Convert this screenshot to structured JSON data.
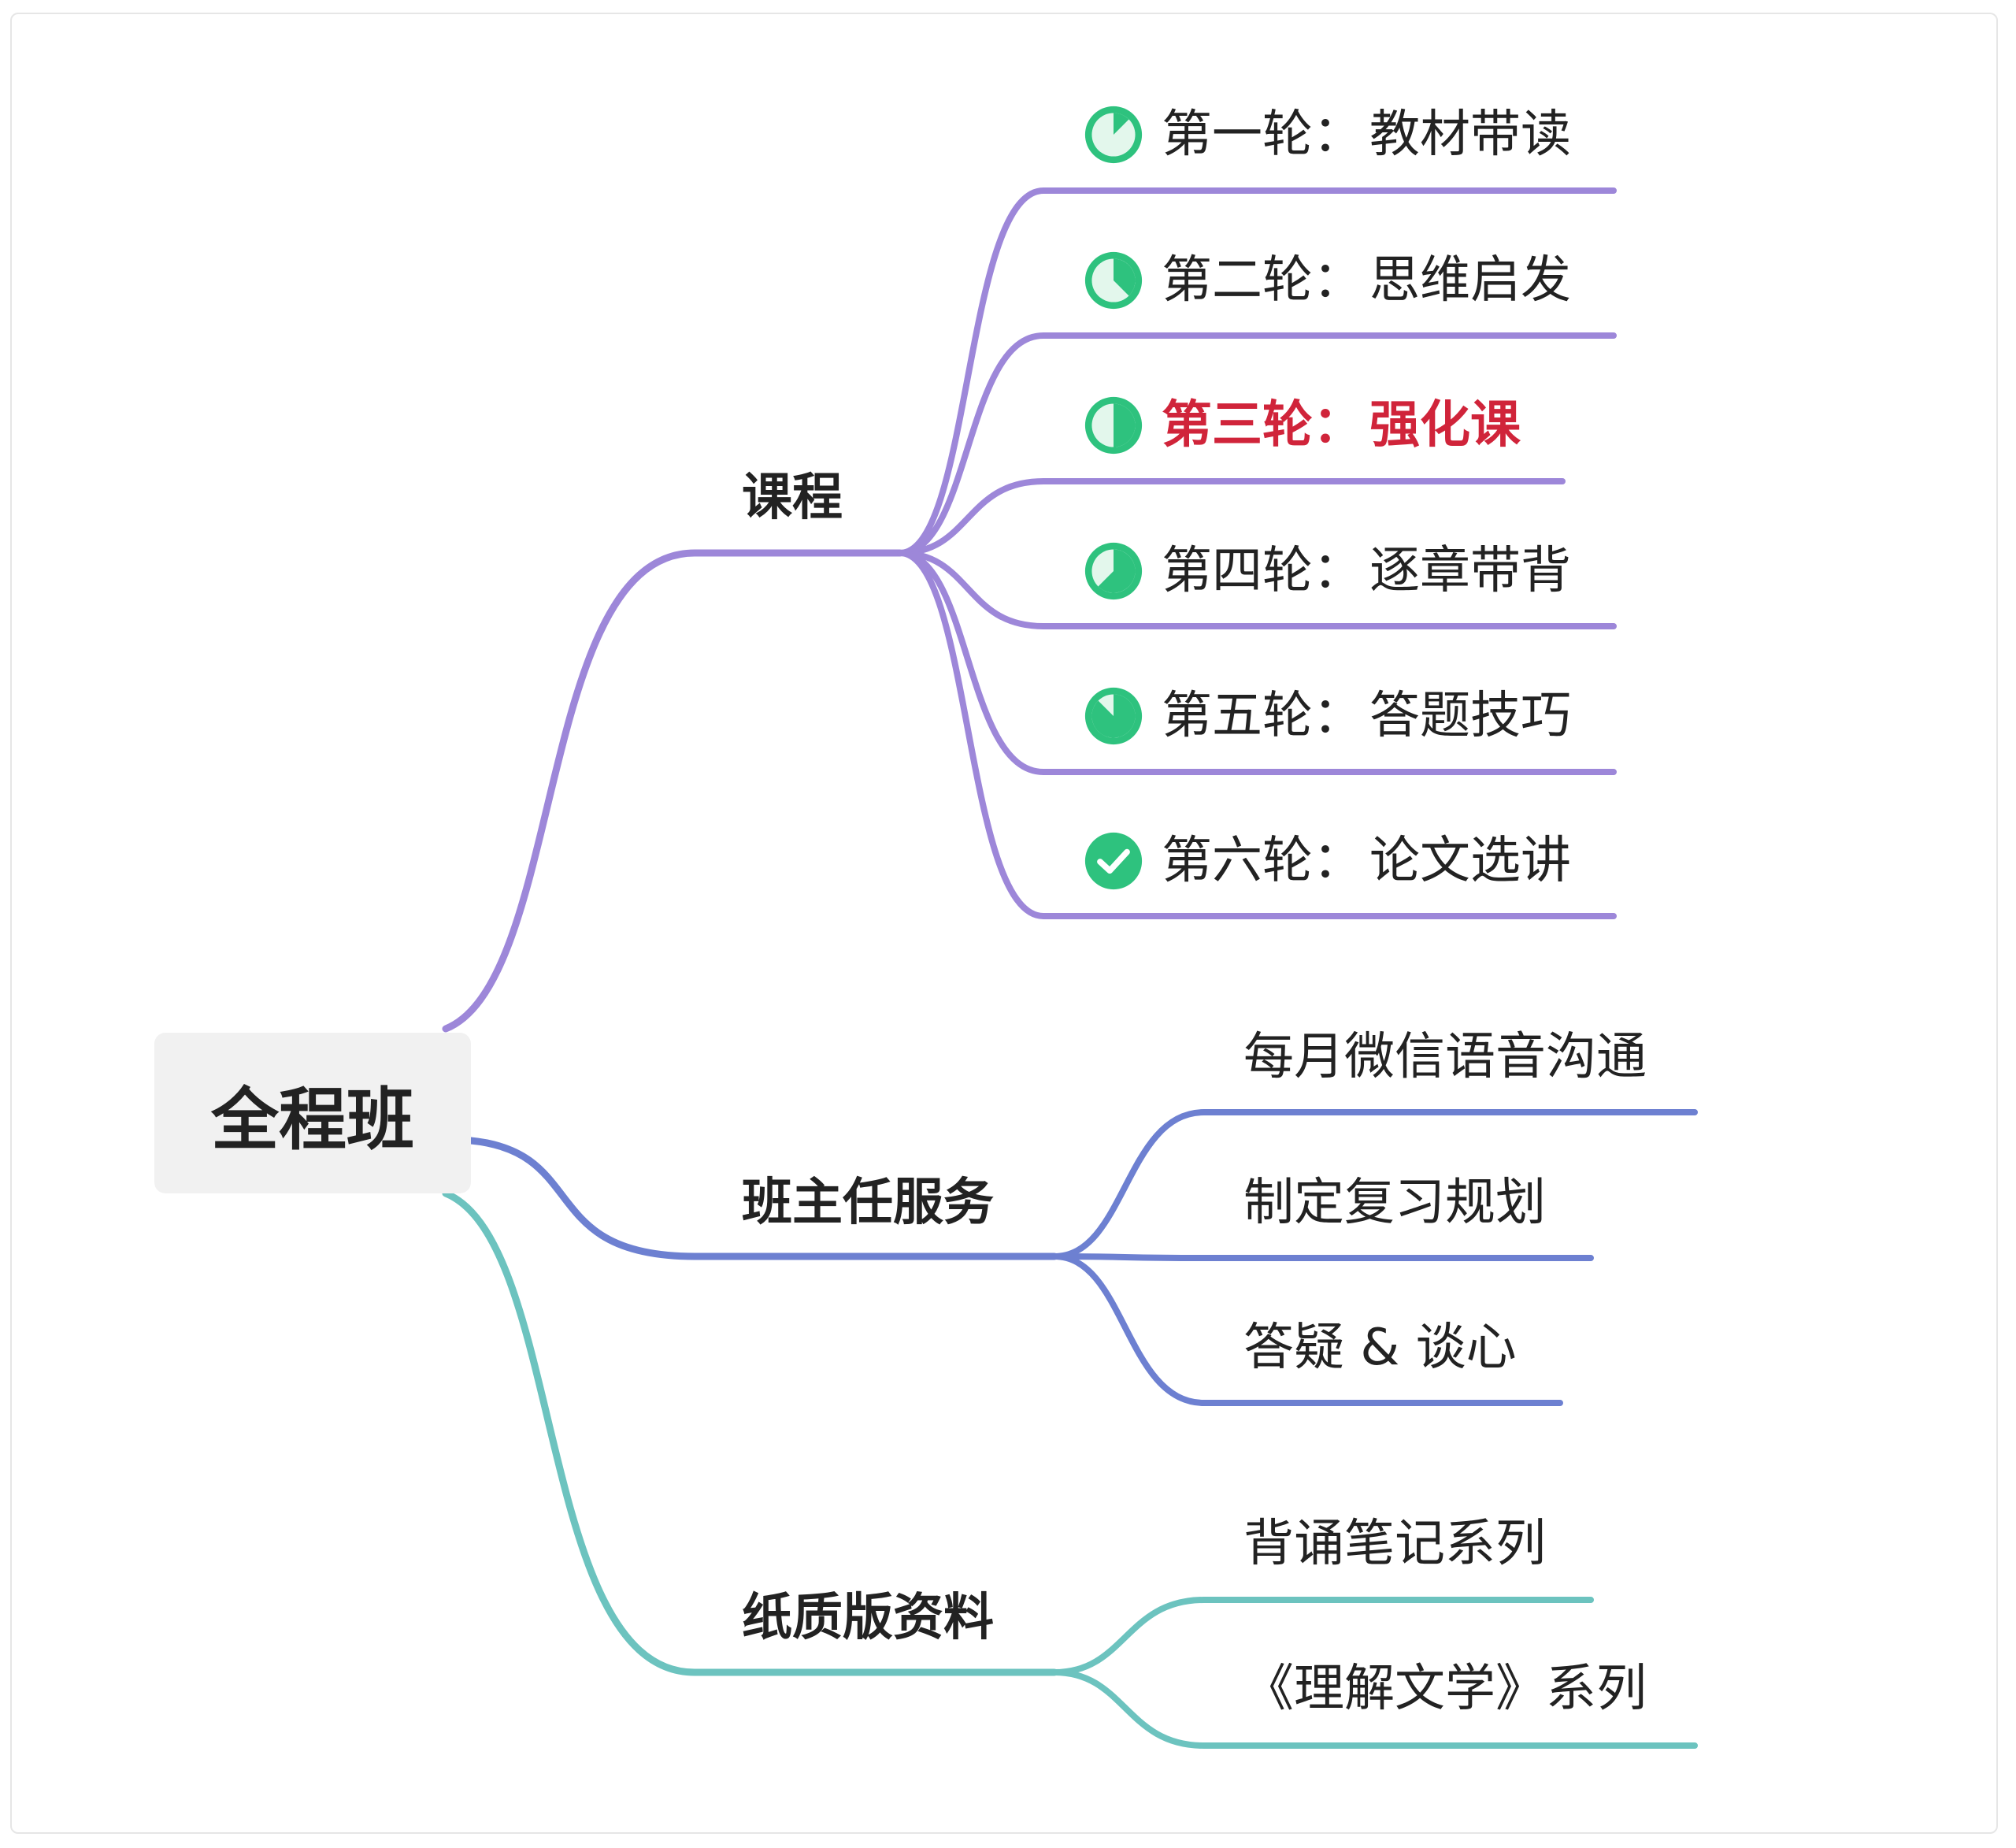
{
  "root": {
    "label": "全程班"
  },
  "colors": {
    "course": "#9d87d9",
    "service": "#6d80d1",
    "material": "#6cc3bf",
    "highlight": "#d0243a",
    "icon_green": "#2ec27e",
    "icon_light": "#e3f7ec"
  },
  "branches": [
    {
      "label": "课程",
      "children": [
        {
          "label": "第一轮：",
          "topic": "教材带读",
          "icon": "progress-icon",
          "progress": 0.125
        },
        {
          "label": "第二轮：",
          "topic": "思维启发",
          "icon": "progress-icon",
          "progress": 0.375
        },
        {
          "label": "第三轮：",
          "topic": "强化课",
          "icon": "progress-icon",
          "progress": 0.5,
          "highlight": true
        },
        {
          "label": "第四轮：",
          "topic": "逐章带背",
          "icon": "progress-icon",
          "progress": 0.625
        },
        {
          "label": "第五轮：",
          "topic": "答题技巧",
          "icon": "progress-icon",
          "progress": 0.875
        },
        {
          "label": "第六轮：",
          "topic": "论文选讲",
          "icon": "check-icon",
          "progress": 1
        }
      ]
    },
    {
      "label": "班主任服务",
      "children": [
        {
          "label": "每月微信语音沟通"
        },
        {
          "label": "制定复习规划"
        },
        {
          "label": "答疑 & 谈心"
        }
      ]
    },
    {
      "label": "纸质版资料",
      "children": [
        {
          "label": "背诵笔记系列"
        },
        {
          "label": "《理解文学》系列"
        }
      ]
    }
  ]
}
